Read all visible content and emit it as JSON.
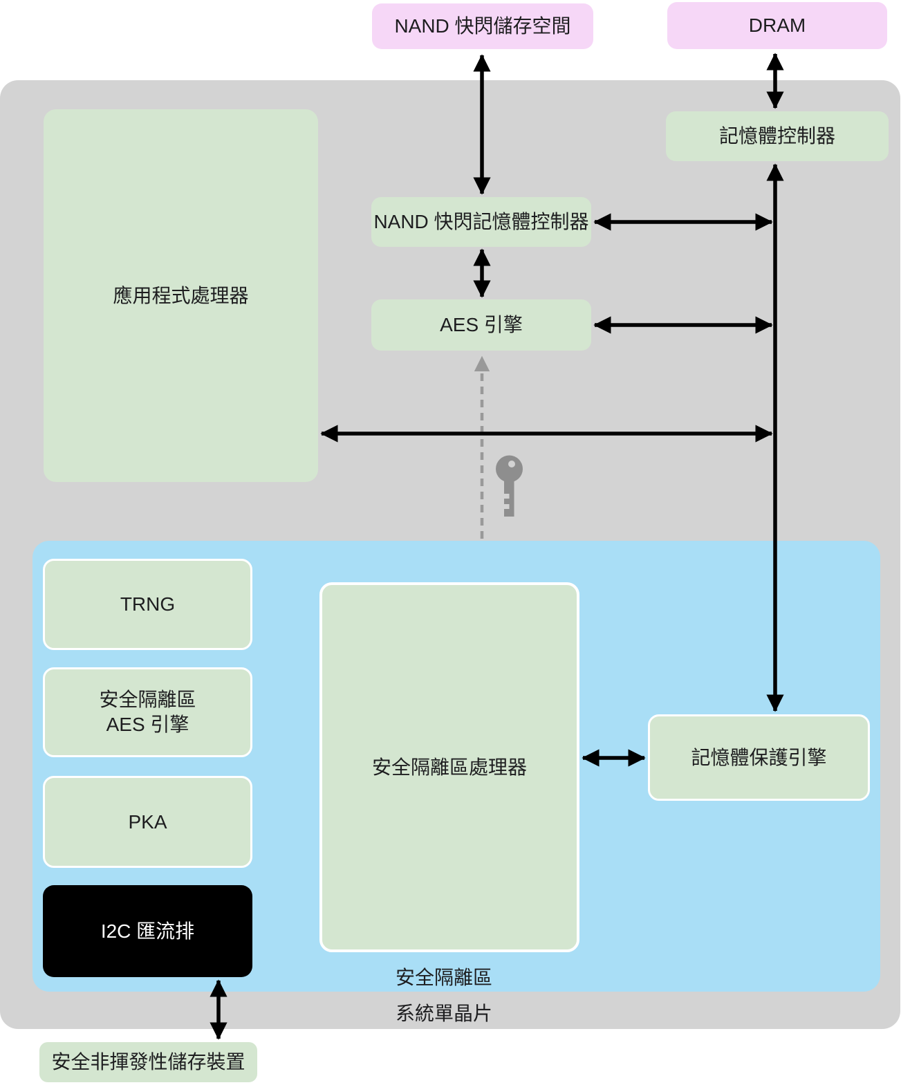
{
  "nodes": {
    "nand_storage": {
      "label": "NAND 快閃儲存空間"
    },
    "dram": {
      "label": "DRAM"
    },
    "memory_controller": {
      "label": "記憶體控制器"
    },
    "nand_controller": {
      "label": "NAND 快閃記憶體控制器"
    },
    "aes_engine": {
      "label": "AES 引擎"
    },
    "app_processor": {
      "label": "應用程式處理器"
    },
    "trng": {
      "label": "TRNG"
    },
    "se_aes_engine": {
      "line1": "安全隔離區",
      "line2": "AES 引擎"
    },
    "pka": {
      "label": "PKA"
    },
    "i2c_bus": {
      "label": "I2C 匯流排"
    },
    "sep": {
      "label": "安全隔離區處理器"
    },
    "mpe": {
      "label": "記憶體保護引擎"
    },
    "secure_storage": {
      "label": "安全非揮發性儲存裝置"
    }
  },
  "regions": {
    "soc": {
      "label": "系統單晶片"
    },
    "enclave": {
      "label": "安全隔離區"
    }
  },
  "icons": {
    "key": "key-icon"
  },
  "colors": {
    "pink": "#f6d7f7",
    "green": "#d4e6d0",
    "gray": "#d3d3d3",
    "blue": "#a9def6",
    "black": "#000000",
    "white": "#ffffff",
    "key_gray": "#8e8e8e",
    "dash_gray": "#999999",
    "text": "#1d1d1f"
  }
}
